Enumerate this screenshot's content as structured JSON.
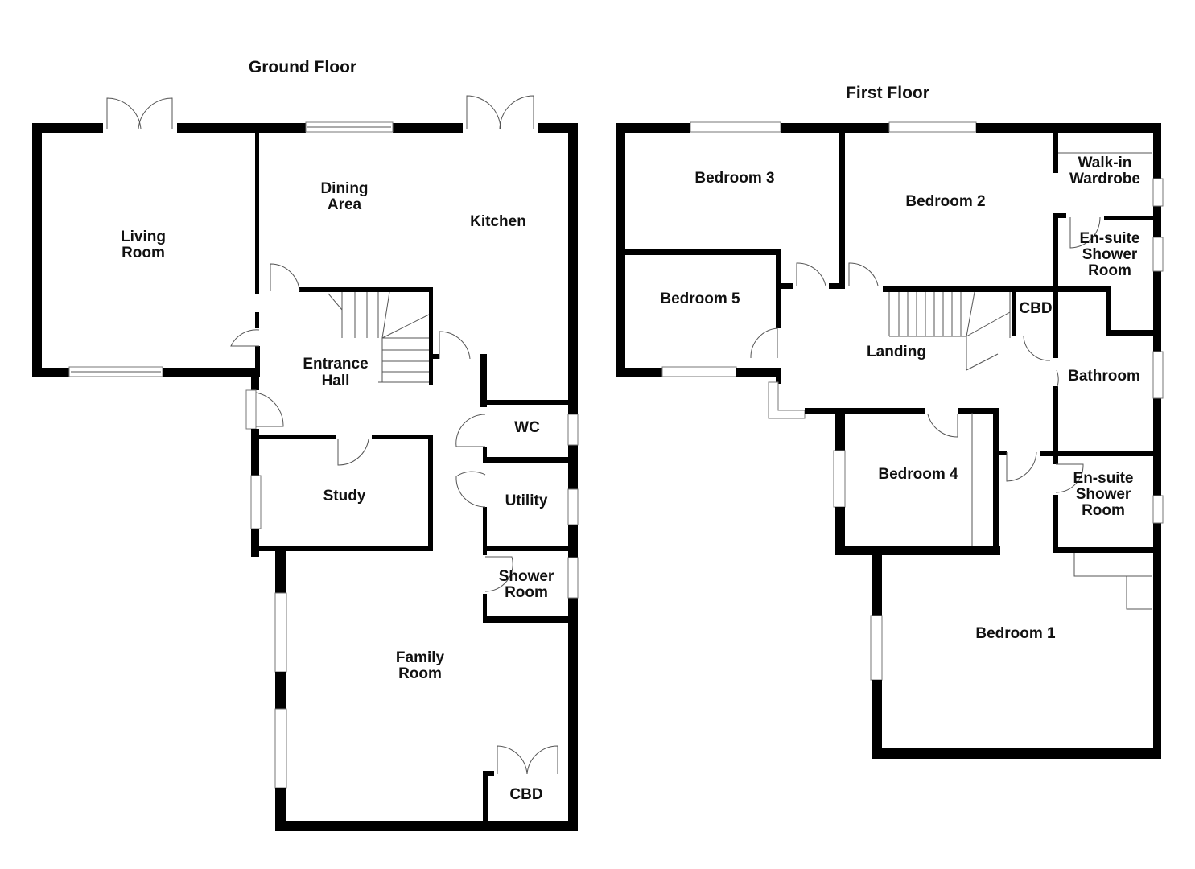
{
  "ground_floor": {
    "title": "Ground Floor",
    "rooms": {
      "living_room": [
        "Living",
        "Room"
      ],
      "dining_area": [
        "Dining",
        "Area"
      ],
      "kitchen": "Kitchen",
      "entrance_hall": [
        "Entrance",
        "Hall"
      ],
      "wc": "WC",
      "study": "Study",
      "utility": "Utility",
      "shower_room": [
        "Shower",
        "Room"
      ],
      "family_room": [
        "Family",
        "Room"
      ],
      "cbd": "CBD"
    }
  },
  "first_floor": {
    "title": "First Floor",
    "rooms": {
      "bedroom_3": "Bedroom 3",
      "bedroom_2": "Bedroom 2",
      "walk_in_wardrobe": [
        "Walk-in",
        "Wardrobe"
      ],
      "ensuite_1": [
        "En-suite",
        "Shower",
        "Room"
      ],
      "bedroom_5": "Bedroom 5",
      "landing": "Landing",
      "cbd": "CBD",
      "bathroom": "Bathroom",
      "bedroom_4": "Bedroom 4",
      "ensuite_2": [
        "En-suite",
        "Shower",
        "Room"
      ],
      "bedroom_1": "Bedroom 1"
    }
  }
}
